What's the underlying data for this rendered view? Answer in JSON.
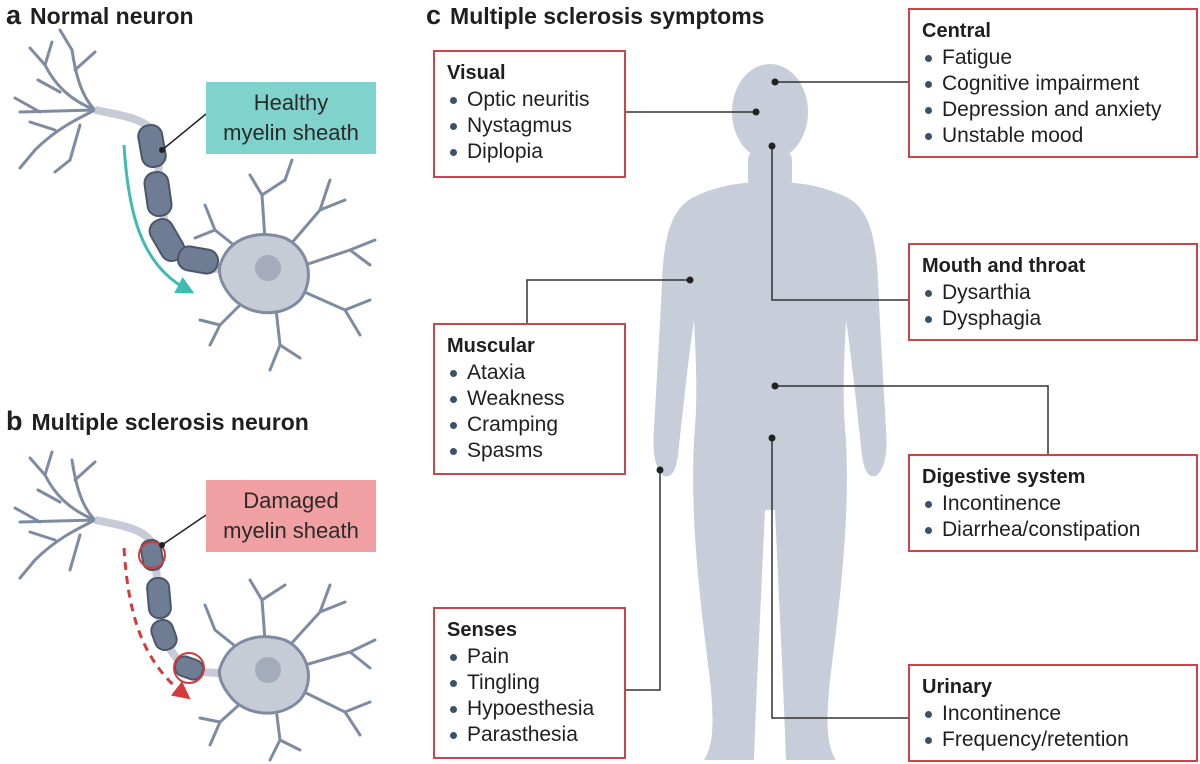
{
  "colors": {
    "body": "#c7cdd9",
    "neuron": "#c6cbd6",
    "neuron_outline": "#7f8ba0",
    "myelin": "#6f7d94",
    "healthy_box": "#7fd3cc",
    "damaged_box": "#f0a0a3",
    "box_border": "#c8454b",
    "arrow_healthy": "#3fbcb1",
    "arrow_damaged": "#d23b3b",
    "connector": "#222222"
  },
  "panel_a": {
    "letter": "a",
    "title": "Normal neuron",
    "label_line1": "Healthy",
    "label_line2": "myelin sheath"
  },
  "panel_b": {
    "letter": "b",
    "title": "Multiple sclerosis neuron",
    "label_line1": "Damaged",
    "label_line2": "myelin sheath"
  },
  "panel_c": {
    "letter": "c",
    "title": "Multiple sclerosis symptoms"
  },
  "symptoms": {
    "visual": {
      "heading": "Visual",
      "items": [
        "Optic neuritis",
        "Nystagmus",
        "Diplopia"
      ]
    },
    "central": {
      "heading": "Central",
      "items": [
        "Fatigue",
        "Cognitive impairment",
        "Depression and anxiety",
        "Unstable mood"
      ]
    },
    "mouth": {
      "heading": "Mouth and throat",
      "items": [
        "Dysarthia",
        "Dysphagia"
      ]
    },
    "muscular": {
      "heading": "Muscular",
      "items": [
        "Ataxia",
        "Weakness",
        "Cramping",
        "Spasms"
      ]
    },
    "digestive": {
      "heading": "Digestive system",
      "items": [
        "Incontinence",
        "Diarrhea/constipation"
      ]
    },
    "senses": {
      "heading": "Senses",
      "items": [
        "Pain",
        "Tingling",
        "Hypoesthesia",
        "Parasthesia"
      ]
    },
    "urinary": {
      "heading": "Urinary",
      "items": [
        "Incontinence",
        "Frequency/retention"
      ]
    }
  }
}
